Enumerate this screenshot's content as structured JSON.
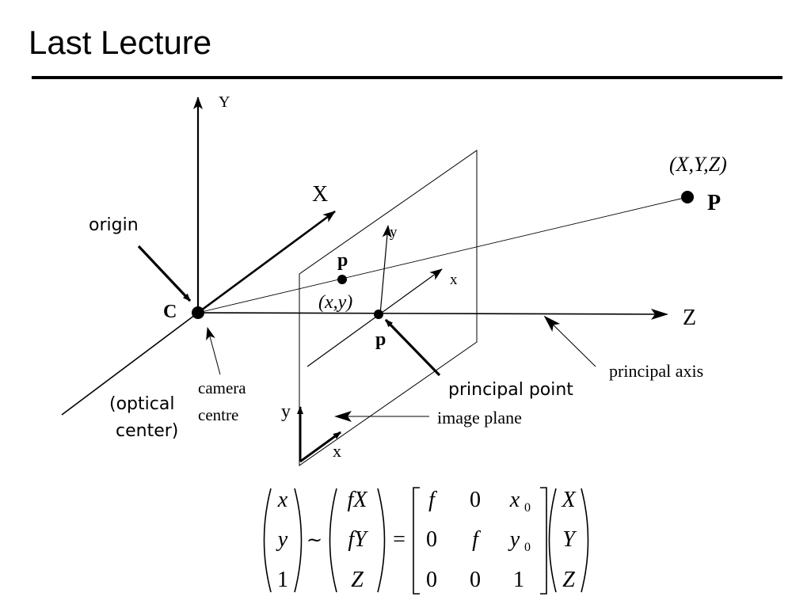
{
  "slide": {
    "title": "Last Lecture"
  },
  "diagram": {
    "axes": {
      "world_y": "Y",
      "world_x": "X",
      "world_z": "Z",
      "image_y": "y",
      "image_x": "x",
      "corner_y": "y",
      "corner_x": "x"
    },
    "points": {
      "camera_center": "C",
      "world_point": "P",
      "world_point_coords": "(X,Y,Z)",
      "image_point": "p",
      "image_point_coords": "(x,y)",
      "principal_point": "p"
    },
    "labels": {
      "origin": "origin",
      "camera_centre_1": "camera",
      "camera_centre_2": "centre",
      "optical_center_1": "(optical",
      "optical_center_2": "center)",
      "principal_point": "principal point",
      "principal_axis": "principal axis",
      "image_plane": "image plane"
    }
  },
  "equation": {
    "lhs": [
      "x",
      "y",
      "1"
    ],
    "sim": "~",
    "mid": [
      "fX",
      "fY",
      "Z"
    ],
    "equals": "=",
    "matrix": [
      [
        "f",
        "0",
        "x"
      ],
      [
        "0",
        "f",
        "y"
      ],
      [
        "0",
        "0",
        "1"
      ]
    ],
    "subscripts": [
      "0",
      "0"
    ],
    "rhs": [
      "X",
      "Y",
      "Z"
    ]
  }
}
